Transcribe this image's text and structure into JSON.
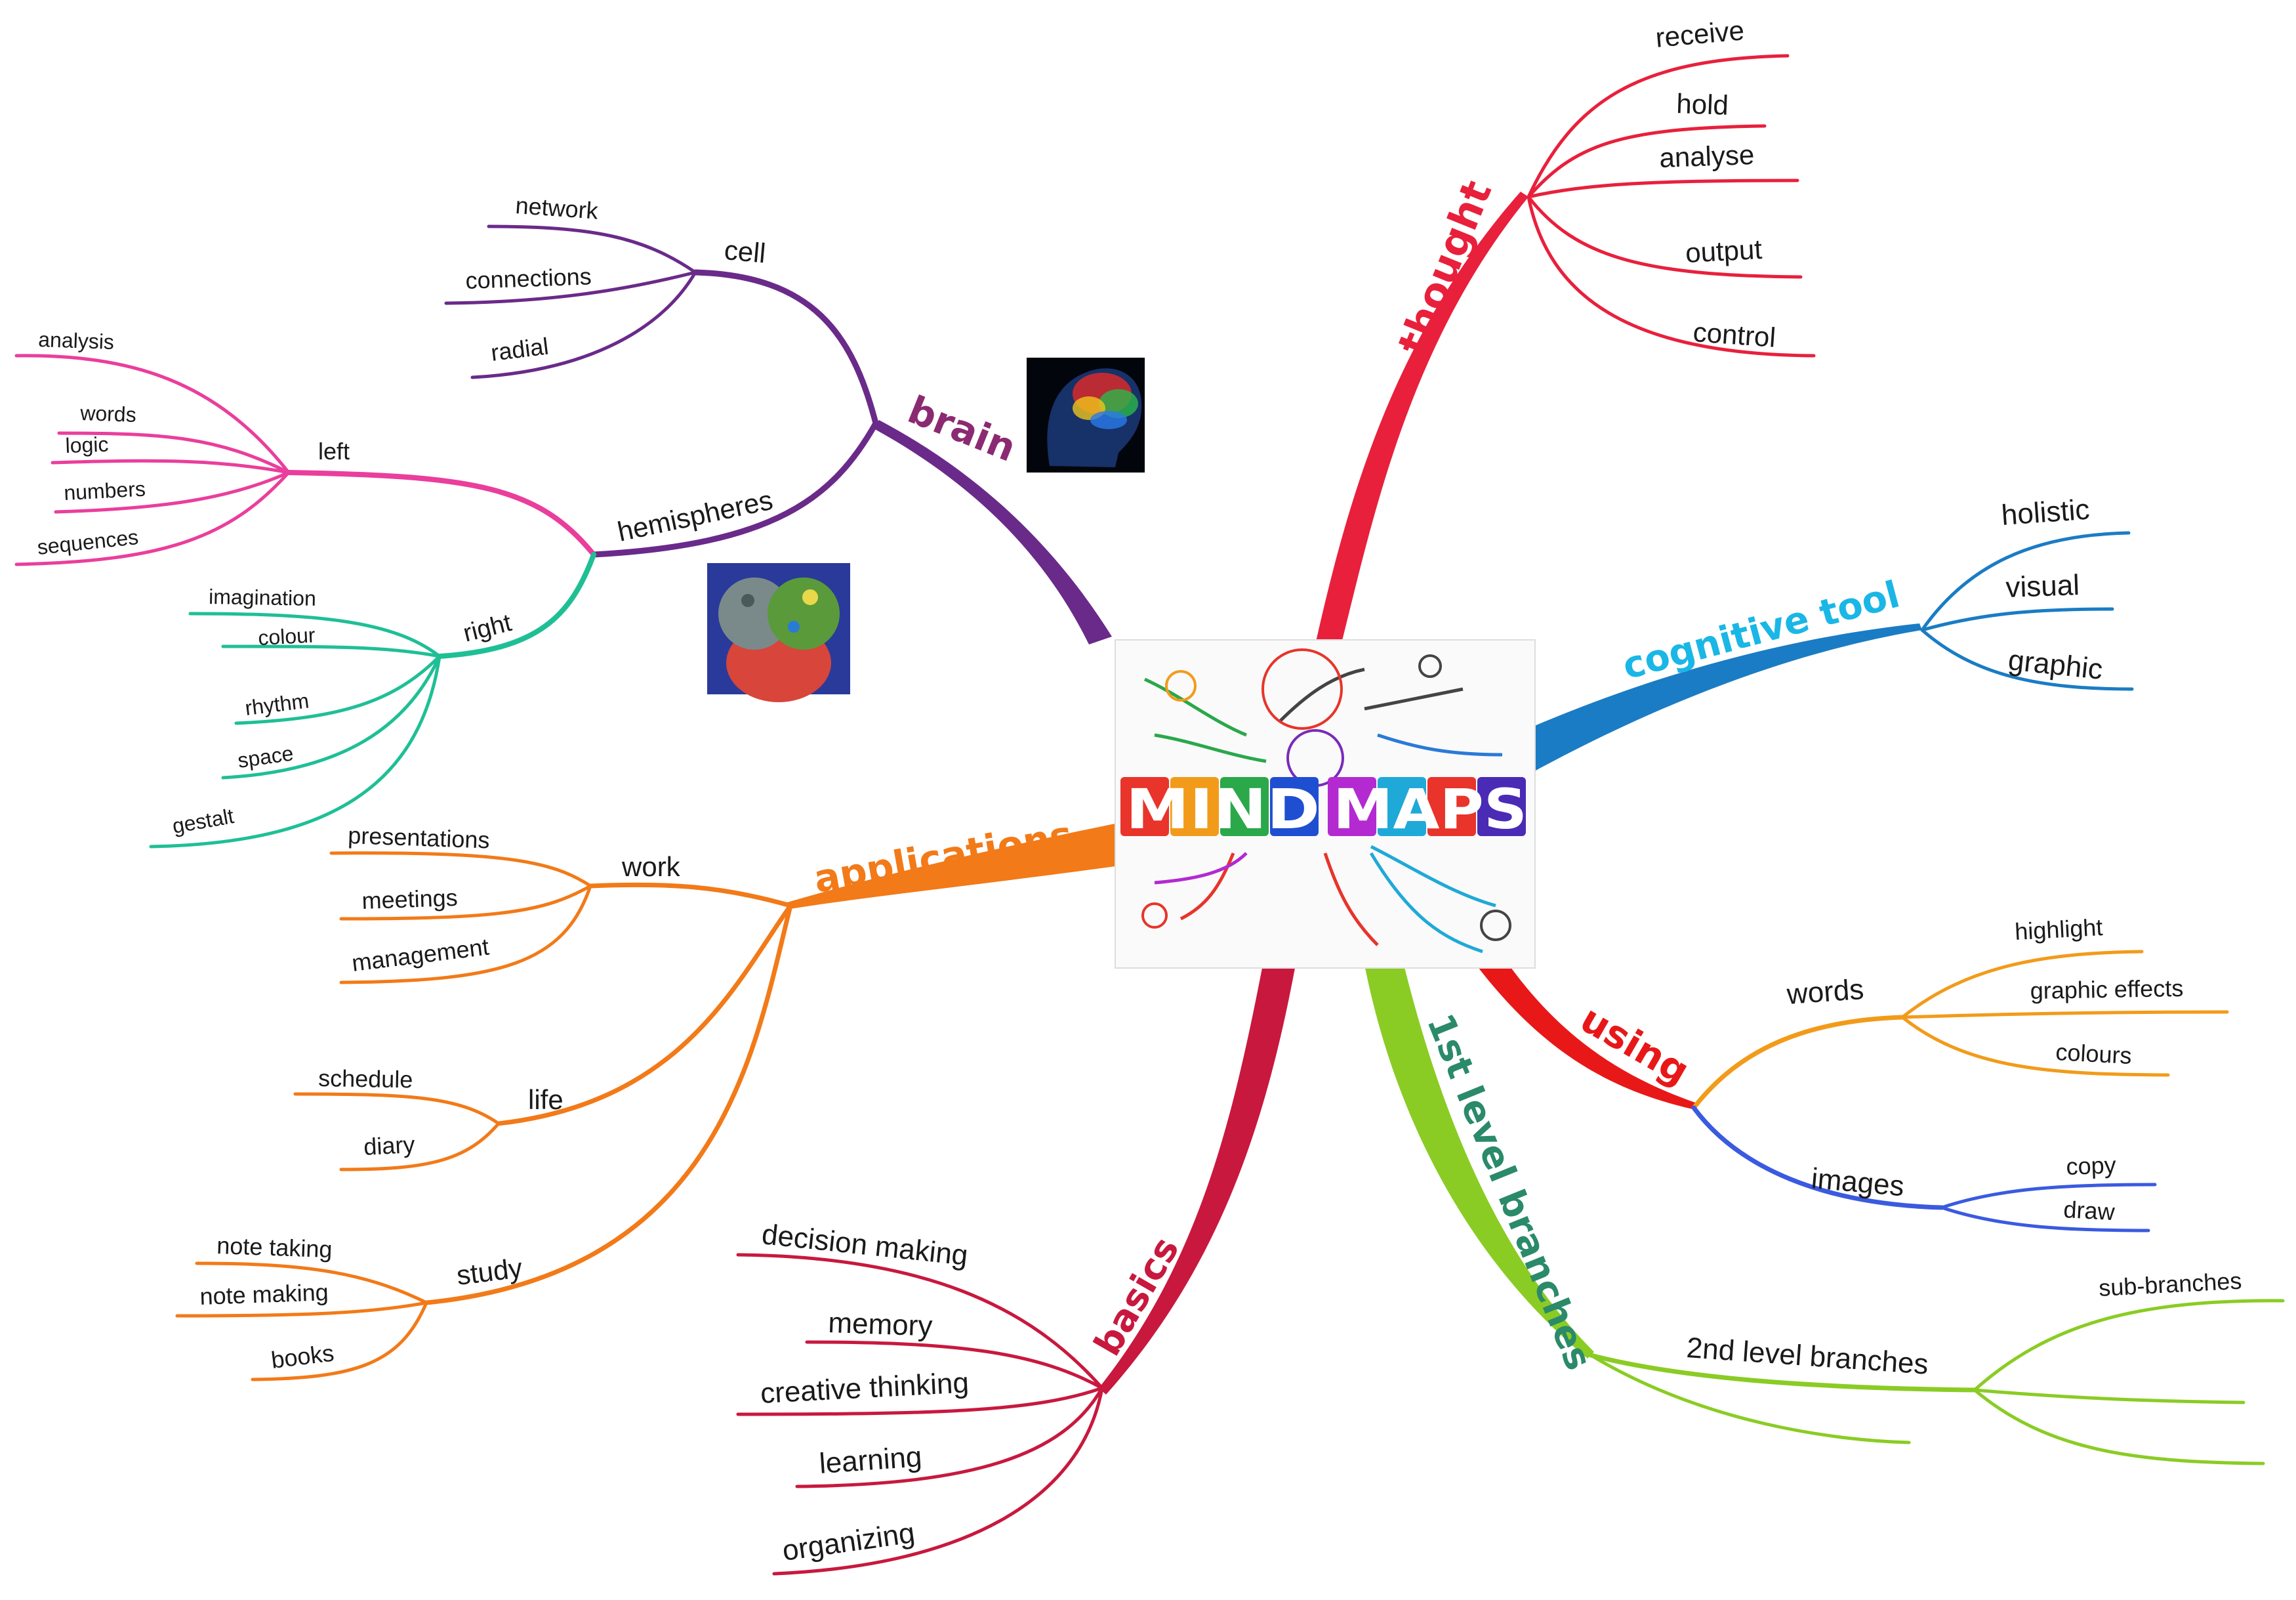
{
  "center": {
    "title_left": "MIND",
    "title_right": "MAPS",
    "letter_colors": [
      "#e8342a",
      "#f29b1a",
      "#2aa84a",
      "#1f4fd1",
      "#b32ad1",
      "#1fa9d8",
      "#e8342a",
      "#4a2bb5"
    ],
    "icon": "hand-drawn-mind-map-illustration"
  },
  "images": [
    {
      "name": "brain-scan-image",
      "icon": "brain-scan-icon"
    },
    {
      "name": "brain-collage-image",
      "icon": "brain-collage-icon"
    }
  ],
  "branches": [
    {
      "key": "brain",
      "label": "brain",
      "color": "#6a2a8a",
      "label_color": "#8b2a72",
      "children": [
        {
          "label": "cell",
          "color": "#6a2a8a",
          "children": [
            "network",
            "connections",
            "radial"
          ]
        },
        {
          "label": "hemispheres",
          "color": "#6a2a8a",
          "children": []
        }
      ]
    },
    {
      "key": "hemi-left",
      "label": "left",
      "color": "#ea3e9c",
      "children": [
        "analysis",
        "words",
        "logic",
        "numbers",
        "sequences"
      ]
    },
    {
      "key": "hemi-right",
      "label": "right",
      "color": "#1fbf96",
      "children": [
        "imagination",
        "colour",
        "rhythm",
        "space",
        "gestalt"
      ]
    },
    {
      "key": "thought",
      "label": "thought",
      "color": "#e8203c",
      "label_color": "#e8203c",
      "children": [
        "receive",
        "hold",
        "analyse",
        "output",
        "control"
      ]
    },
    {
      "key": "cognitive",
      "label": "cognitive tool",
      "color": "#1a7cc4",
      "label_color": "#1ab7e6",
      "children": [
        "holistic",
        "visual",
        "graphic"
      ]
    },
    {
      "key": "applications",
      "label": "applications",
      "color": "#f27a18",
      "label_color": "#f27a18",
      "children": [
        {
          "label": "work",
          "children": [
            "presentations",
            "meetings",
            "management"
          ]
        },
        {
          "label": "life",
          "children": [
            "schedule",
            "diary"
          ]
        },
        {
          "label": "study",
          "children": [
            "note taking",
            "note making",
            "books"
          ]
        }
      ]
    },
    {
      "key": "basics",
      "label": "basics",
      "color": "#c8183e",
      "label_color": "#c8183e",
      "children": [
        "decision making",
        "memory",
        "creative thinking",
        "learning",
        "organizing"
      ]
    },
    {
      "key": "first",
      "label": "1st level branches",
      "color": "#8acc24",
      "label_color": "#2a8a6a",
      "children": [
        {
          "label": "2nd level branches",
          "children": [
            "sub-branches",
            "",
            ""
          ]
        }
      ]
    },
    {
      "key": "using",
      "label": "using",
      "color": "#e81818",
      "label_color": "#e81818",
      "children": [
        {
          "label": "words",
          "color": "#f29b1a",
          "children": [
            "highlight",
            "graphic effects",
            "colours"
          ]
        },
        {
          "label": "images",
          "color": "#3a5ae0",
          "children": [
            "copy",
            "draw"
          ]
        }
      ]
    }
  ]
}
